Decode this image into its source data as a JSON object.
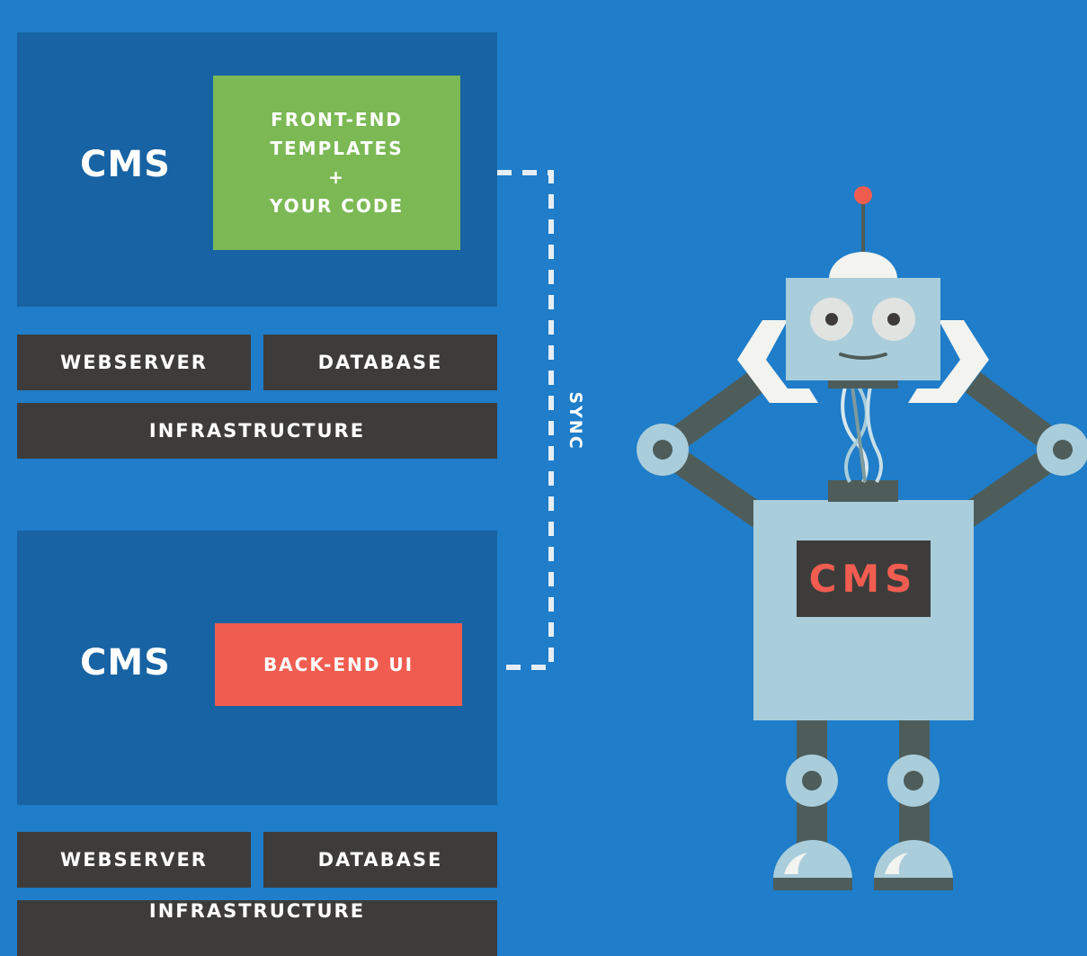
{
  "top": {
    "cms_label": "CMS",
    "templates": {
      "line1": "FRONT-END",
      "line2": "TEMPLATES",
      "line3": "+",
      "line4": "YOUR CODE"
    },
    "webserver": "WEBSERVER",
    "database": "DATABASE",
    "infrastructure": "INFRASTRUCTURE"
  },
  "bottom": {
    "cms_label": "CMS",
    "backend": "BACK-END UI",
    "webserver": "WEBSERVER",
    "database": "DATABASE",
    "infrastructure": "INFRASTRUCTURE"
  },
  "sync_label": "SYNC",
  "robot": {
    "chest_label": "CMS"
  },
  "colors": {
    "background": "#1f7dc9",
    "panel": "#1763a3",
    "green": "#7cb955",
    "red": "#f05d50",
    "bar": "#3d3c3b",
    "robot_body": "#a9cddb",
    "robot_dark": "#4e5d5a"
  }
}
